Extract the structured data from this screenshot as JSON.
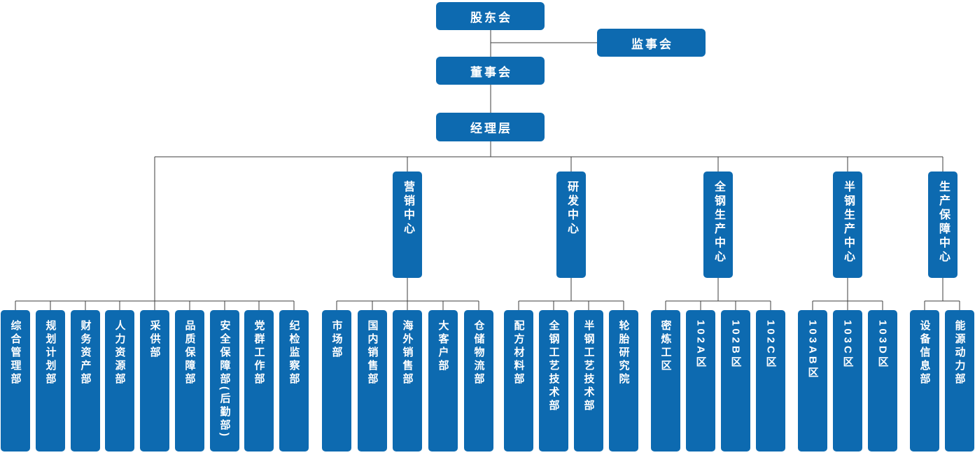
{
  "page": {
    "background": "#ffffff"
  },
  "style": {
    "box_fill": "#0d6ab0",
    "box_text_color": "#ffffff",
    "line_color": "#3d3d3d"
  },
  "org": {
    "governance": [
      {
        "id": "shareholders",
        "label": "股东会"
      },
      {
        "id": "supervisory-board",
        "label": "监事会"
      },
      {
        "id": "board-of-directors",
        "label": "董事会"
      },
      {
        "id": "management-level",
        "label": "经理层"
      }
    ],
    "direct_departments": [
      "综合管理部",
      "规划计划部",
      "财务资产部",
      "人力资源部",
      "采供部",
      "品质保障部",
      "安全保障部(后勤部)",
      "党群工作部",
      "纪检监察部"
    ],
    "centers": [
      {
        "name": "营销中心",
        "departments": [
          "市场部",
          "国内销售部",
          "海外销售部",
          "大客户部",
          "仓储物流部"
        ]
      },
      {
        "name": "研发中心",
        "departments": [
          "配方材料部",
          "全钢工艺技术部",
          "半钢工艺技术部",
          "轮胎研究院"
        ]
      },
      {
        "name": "全钢生产中心",
        "departments": [
          "密炼工区",
          "102A区",
          "102B区",
          "102C区"
        ]
      },
      {
        "name": "半钢生产中心",
        "departments": [
          "103AB区",
          "103C区",
          "103D区"
        ]
      },
      {
        "name": "生产保障中心",
        "departments": [
          "设备信息部",
          "能源动力部"
        ]
      }
    ]
  }
}
